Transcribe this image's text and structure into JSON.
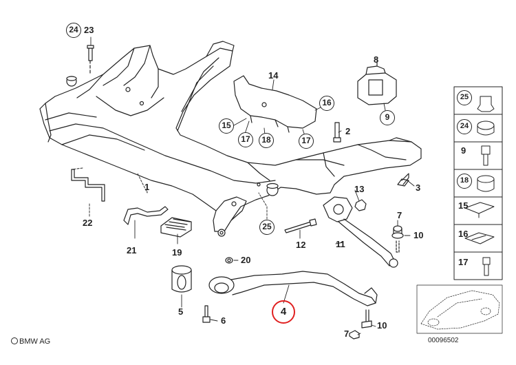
{
  "diagram": {
    "brand": "BMW AG",
    "drawing_number": "00096502",
    "highlighted_part": "4",
    "callouts": {
      "c24": "24",
      "c23": "23",
      "c14": "14",
      "c8": "8",
      "c16": "16",
      "c9": "9",
      "c15": "15",
      "c17a": "17",
      "c18": "18",
      "c17b": "17",
      "c2": "2",
      "c1": "1",
      "c22": "22",
      "c13": "13",
      "c3": "3",
      "c7a": "7",
      "c10a": "10",
      "c25": "25",
      "c21": "21",
      "c19": "19",
      "c12": "12",
      "c11": "11",
      "c20": "20",
      "c4": "4",
      "c5": "5",
      "c6": "6",
      "c10b": "10",
      "c7b": "7"
    },
    "legend_items": [
      {
        "number": "25",
        "circled": true
      },
      {
        "number": "24",
        "circled": true
      },
      {
        "number": "9",
        "circled": false
      },
      {
        "number": "18",
        "circled": true
      },
      {
        "number": "15",
        "circled": false
      },
      {
        "number": "16",
        "circled": false
      },
      {
        "number": "17",
        "circled": false
      }
    ]
  }
}
